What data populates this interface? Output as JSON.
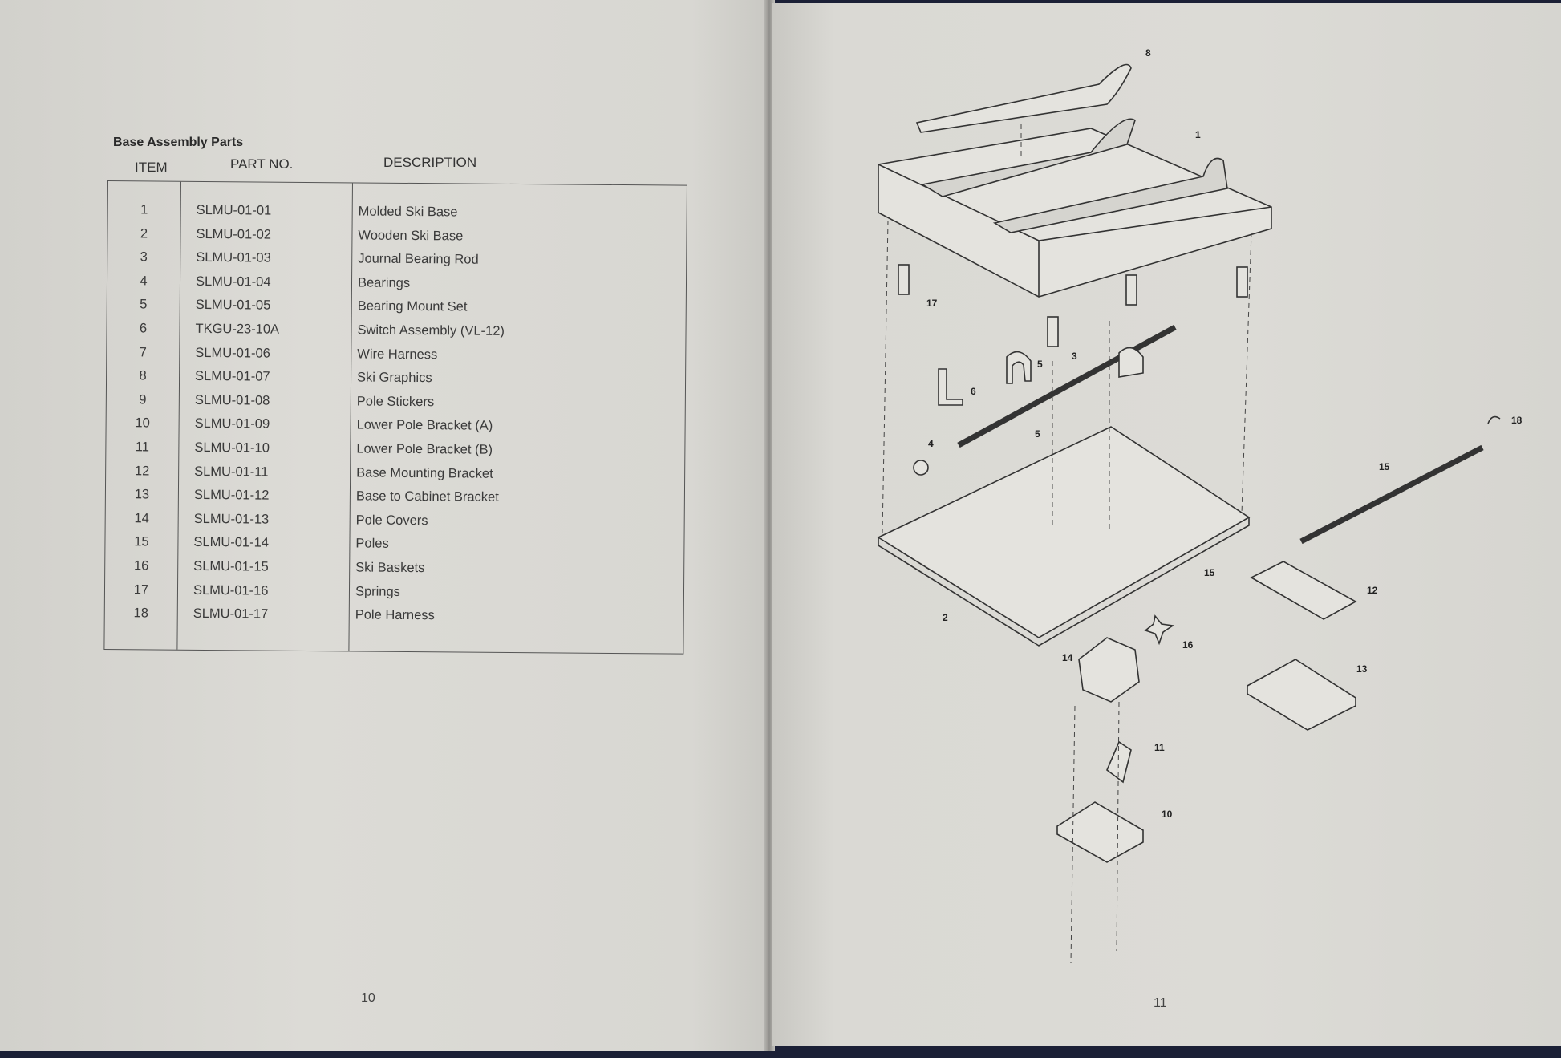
{
  "left_page": {
    "title": "Base Assembly Parts",
    "headers": {
      "item": "ITEM",
      "part_no": "PART NO.",
      "description": "DESCRIPTION"
    },
    "rows": [
      {
        "item": "1",
        "part_no": "SLMU-01-01",
        "description": "Molded Ski Base"
      },
      {
        "item": "2",
        "part_no": "SLMU-01-02",
        "description": "Wooden Ski Base"
      },
      {
        "item": "3",
        "part_no": "SLMU-01-03",
        "description": "Journal Bearing Rod"
      },
      {
        "item": "4",
        "part_no": "SLMU-01-04",
        "description": "Bearings"
      },
      {
        "item": "5",
        "part_no": "SLMU-01-05",
        "description": "Bearing Mount Set"
      },
      {
        "item": "6",
        "part_no": "TKGU-23-10A",
        "description": "Switch Assembly (VL-12)"
      },
      {
        "item": "7",
        "part_no": "SLMU-01-06",
        "description": "Wire Harness"
      },
      {
        "item": "8",
        "part_no": "SLMU-01-07",
        "description": "Ski Graphics"
      },
      {
        "item": "9",
        "part_no": "SLMU-01-08",
        "description": "Pole Stickers"
      },
      {
        "item": "10",
        "part_no": "SLMU-01-09",
        "description": "Lower Pole Bracket (A)"
      },
      {
        "item": "11",
        "part_no": "SLMU-01-10",
        "description": "Lower Pole Bracket (B)"
      },
      {
        "item": "12",
        "part_no": "SLMU-01-11",
        "description": "Base Mounting Bracket"
      },
      {
        "item": "13",
        "part_no": "SLMU-01-12",
        "description": "Base to Cabinet Bracket"
      },
      {
        "item": "14",
        "part_no": "SLMU-01-13",
        "description": "Pole Covers"
      },
      {
        "item": "15",
        "part_no": "SLMU-01-14",
        "description": "Poles"
      },
      {
        "item": "16",
        "part_no": "SLMU-01-15",
        "description": "Ski Baskets"
      },
      {
        "item": "17",
        "part_no": "SLMU-01-16",
        "description": "Springs"
      },
      {
        "item": "18",
        "part_no": "SLMU-01-17",
        "description": "Pole Harness"
      }
    ],
    "page_number": "10"
  },
  "right_page": {
    "callouts": [
      "8",
      "1",
      "17",
      "3",
      "5",
      "6",
      "5",
      "4",
      "18",
      "15",
      "15",
      "12",
      "2",
      "16",
      "14",
      "13",
      "11",
      "10"
    ],
    "page_number": "11"
  }
}
